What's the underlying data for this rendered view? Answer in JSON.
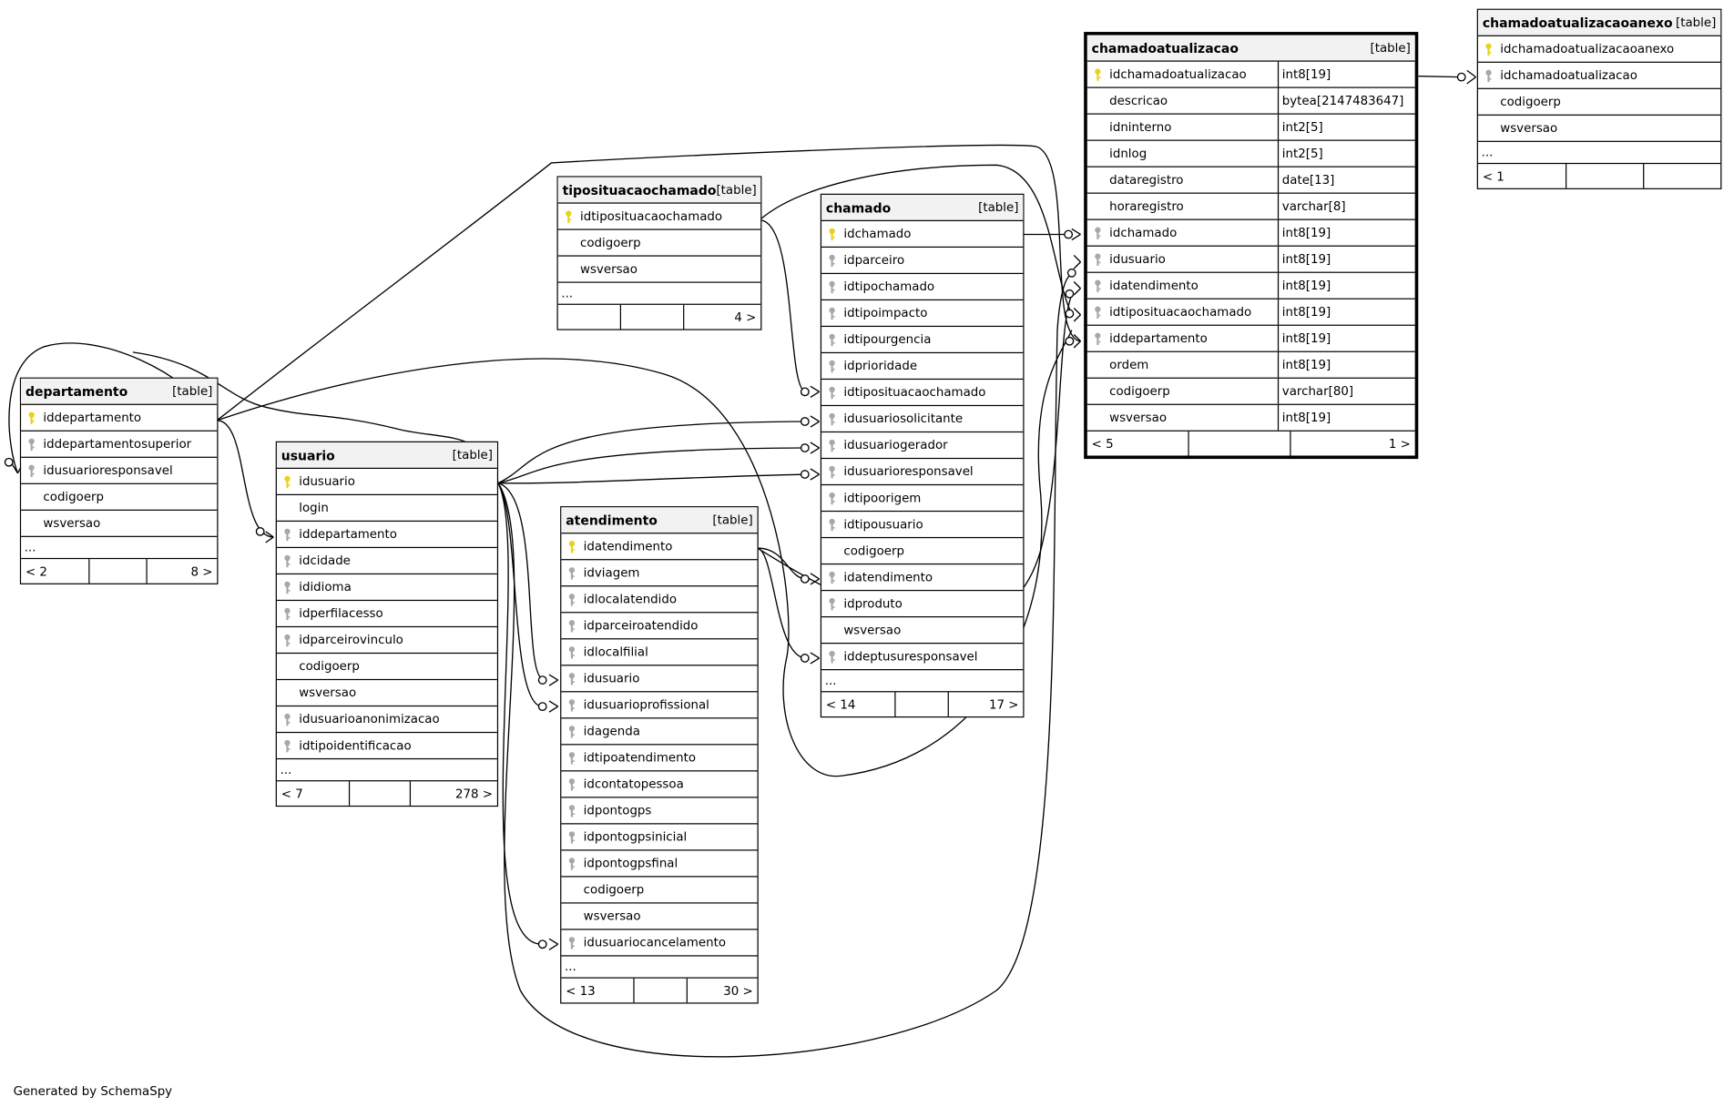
{
  "generator": "Generated by SchemaSpy",
  "colors": {
    "primary_key": "#e8d21d",
    "foreign_key": "#a8a8a8",
    "header_bg": "#f2f2f2"
  },
  "tables": {
    "departamento": {
      "name": "departamento",
      "type": "[table]",
      "columns": [
        {
          "name": "iddepartamento",
          "key": "pk"
        },
        {
          "name": "iddepartamentosuperior",
          "key": "fk"
        },
        {
          "name": "idusuarioresponsavel",
          "key": "fk"
        },
        {
          "name": "codigoerp",
          "key": ""
        },
        {
          "name": "wsversao",
          "key": ""
        }
      ],
      "more": "...",
      "parents": "< 2",
      "children": "8 >"
    },
    "usuario": {
      "name": "usuario",
      "type": "[table]",
      "columns": [
        {
          "name": "idusuario",
          "key": "pk"
        },
        {
          "name": "login",
          "key": ""
        },
        {
          "name": "iddepartamento",
          "key": "fk"
        },
        {
          "name": "idcidade",
          "key": "fk"
        },
        {
          "name": "ididioma",
          "key": "fk"
        },
        {
          "name": "idperfilacesso",
          "key": "fk"
        },
        {
          "name": "idparceirovinculo",
          "key": "fk"
        },
        {
          "name": "codigoerp",
          "key": ""
        },
        {
          "name": "wsversao",
          "key": ""
        },
        {
          "name": "idusuarioanonimizacao",
          "key": "fk"
        },
        {
          "name": "idtipoidentificacao",
          "key": "fk"
        }
      ],
      "more": "...",
      "parents": "< 7",
      "children": "278 >"
    },
    "tiposituacaochamado": {
      "name": "tiposituacaochamado",
      "type": "[table]",
      "columns": [
        {
          "name": "idtiposituacaochamado",
          "key": "pk"
        },
        {
          "name": "codigoerp",
          "key": ""
        },
        {
          "name": "wsversao",
          "key": ""
        }
      ],
      "more": "...",
      "parents": "",
      "children": "4 >"
    },
    "atendimento": {
      "name": "atendimento",
      "type": "[table]",
      "columns": [
        {
          "name": "idatendimento",
          "key": "pk"
        },
        {
          "name": "idviagem",
          "key": "fk"
        },
        {
          "name": "idlocalatendido",
          "key": "fk"
        },
        {
          "name": "idparceiroatendido",
          "key": "fk"
        },
        {
          "name": "idlocalfilial",
          "key": "fk"
        },
        {
          "name": "idusuario",
          "key": "fk"
        },
        {
          "name": "idusuarioprofissional",
          "key": "fk"
        },
        {
          "name": "idagenda",
          "key": "fk"
        },
        {
          "name": "idtipoatendimento",
          "key": "fk"
        },
        {
          "name": "idcontatopessoa",
          "key": "fk"
        },
        {
          "name": "idpontogps",
          "key": "fk"
        },
        {
          "name": "idpontogpsinicial",
          "key": "fk"
        },
        {
          "name": "idpontogpsfinal",
          "key": "fk"
        },
        {
          "name": "codigoerp",
          "key": ""
        },
        {
          "name": "wsversao",
          "key": ""
        },
        {
          "name": "idusuariocancelamento",
          "key": "fk"
        }
      ],
      "more": "...",
      "parents": "< 13",
      "children": "30 >"
    },
    "chamado": {
      "name": "chamado",
      "type": "[table]",
      "columns": [
        {
          "name": "idchamado",
          "key": "pk"
        },
        {
          "name": "idparceiro",
          "key": "fk"
        },
        {
          "name": "idtipochamado",
          "key": "fk"
        },
        {
          "name": "idtipoimpacto",
          "key": "fk"
        },
        {
          "name": "idtipourgencia",
          "key": "fk"
        },
        {
          "name": "idprioridade",
          "key": "fk"
        },
        {
          "name": "idtiposituacaochamado",
          "key": "fk"
        },
        {
          "name": "idusuariosolicitante",
          "key": "fk"
        },
        {
          "name": "idusuariogerador",
          "key": "fk"
        },
        {
          "name": "idusuarioresponsavel",
          "key": "fk"
        },
        {
          "name": "idtipoorigem",
          "key": "fk"
        },
        {
          "name": "idtipousuario",
          "key": "fk"
        },
        {
          "name": "codigoerp",
          "key": ""
        },
        {
          "name": "idatendimento",
          "key": "fk"
        },
        {
          "name": "idproduto",
          "key": "fk"
        },
        {
          "name": "wsversao",
          "key": ""
        },
        {
          "name": "iddeptusuresponsavel",
          "key": "fk"
        }
      ],
      "more": "...",
      "parents": "< 14",
      "children": "17 >"
    },
    "chamadoatualizacao": {
      "name": "chamadoatualizacao",
      "type": "[table]",
      "columns": [
        {
          "name": "idchamadoatualizacao",
          "key": "pk",
          "type": "int8[19]"
        },
        {
          "name": "descricao",
          "key": "",
          "type": "bytea[2147483647]"
        },
        {
          "name": "idninterno",
          "key": "",
          "type": "int2[5]"
        },
        {
          "name": "idnlog",
          "key": "",
          "type": "int2[5]"
        },
        {
          "name": "dataregistro",
          "key": "",
          "type": "date[13]"
        },
        {
          "name": "horaregistro",
          "key": "",
          "type": "varchar[8]"
        },
        {
          "name": "idchamado",
          "key": "fk",
          "type": "int8[19]"
        },
        {
          "name": "idusuario",
          "key": "fk",
          "type": "int8[19]"
        },
        {
          "name": "idatendimento",
          "key": "fk",
          "type": "int8[19]"
        },
        {
          "name": "idtiposituacaochamado",
          "key": "fk",
          "type": "int8[19]"
        },
        {
          "name": "iddepartamento",
          "key": "fk",
          "type": "int8[19]"
        },
        {
          "name": "ordem",
          "key": "",
          "type": "int8[19]"
        },
        {
          "name": "codigoerp",
          "key": "",
          "type": "varchar[80]"
        },
        {
          "name": "wsversao",
          "key": "",
          "type": "int8[19]"
        }
      ],
      "more": "",
      "parents": "< 5",
      "children": "1 >"
    },
    "chamadoatualizacaoanexo": {
      "name": "chamadoatualizacaoanexo",
      "type": "[table]",
      "columns": [
        {
          "name": "idchamadoatualizacaoanexo",
          "key": "pk"
        },
        {
          "name": "idchamadoatualizacao",
          "key": "fk"
        },
        {
          "name": "codigoerp",
          "key": ""
        },
        {
          "name": "wsversao",
          "key": ""
        }
      ],
      "more": "...",
      "parents": "< 1",
      "children": ""
    }
  }
}
